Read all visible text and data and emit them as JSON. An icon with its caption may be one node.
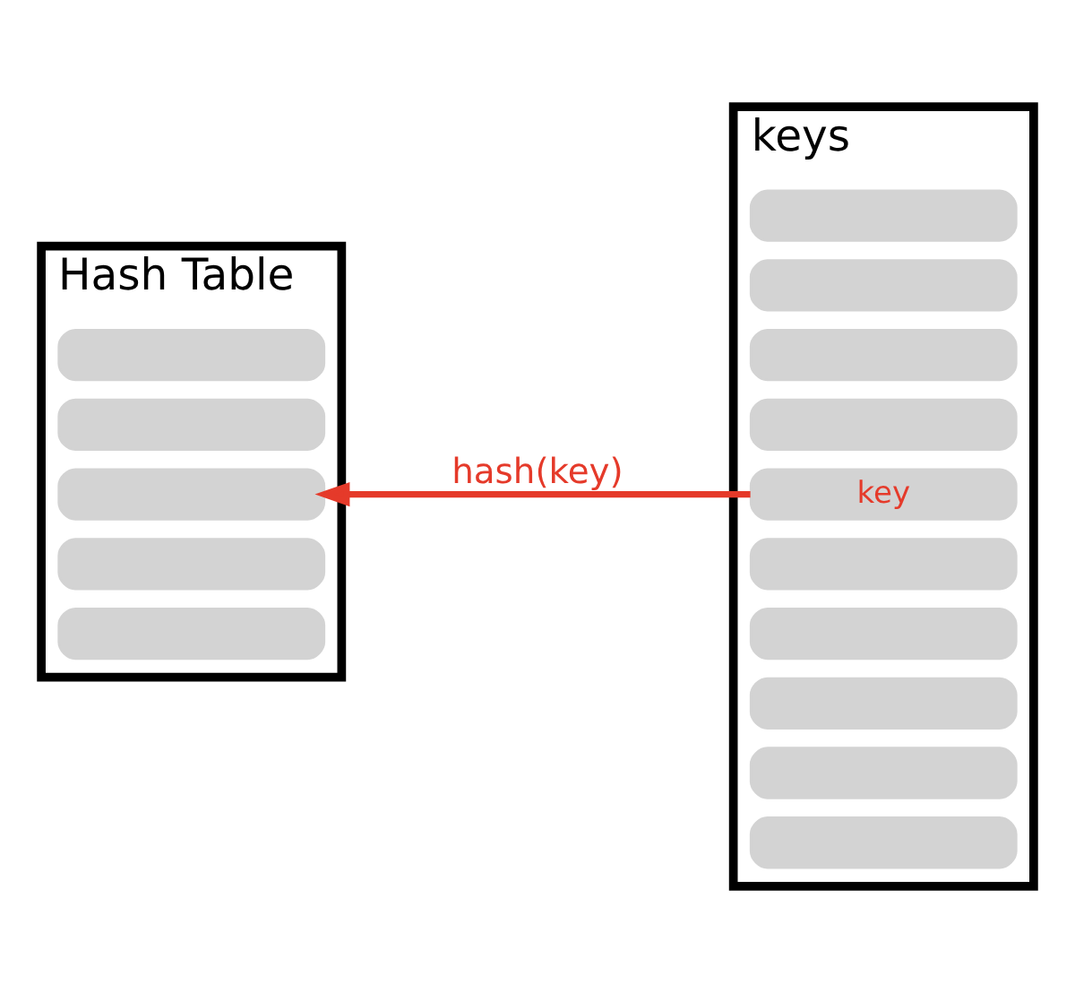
{
  "diagram": {
    "nodes": [
      {
        "text": [
          "Hash Table"
        ]
      },
      {
        "text": [],
        "shape": "bar",
        "in": 0
      },
      {
        "text": [],
        "shape": "bar",
        "in": 0
      },
      {
        "text": [],
        "shape": "bar",
        "in": 0
      },
      {
        "text": [],
        "shape": "bar",
        "in": 0
      },
      {
        "text": [],
        "shape": "bar",
        "in": 0
      },
      {
        "text": [
          "keys"
        ]
      },
      {
        "text": [],
        "shape": "bar",
        "in": 6
      },
      {
        "text": [],
        "shape": "bar",
        "in": 6
      },
      {
        "text": [],
        "shape": "bar",
        "in": 6
      },
      {
        "text": [],
        "shape": "bar",
        "in": 6
      },
      {
        "text": [
          "key"
        ],
        "in": 6
      },
      {
        "text": [],
        "shape": "bar",
        "in": 6
      },
      {
        "text": [],
        "shape": "bar",
        "in": 6
      },
      {
        "text": [],
        "shape": "bar",
        "in": 6
      },
      {
        "text": [],
        "shape": "bar",
        "in": 6
      },
      {
        "text": [],
        "shape": "bar",
        "in": 6
      }
    ],
    "edges": [
      {
        "from": 11,
        "to": 3,
        "arrow": "to",
        "label": "hash(key)",
        "color": "#e53a2a"
      }
    ]
  }
}
